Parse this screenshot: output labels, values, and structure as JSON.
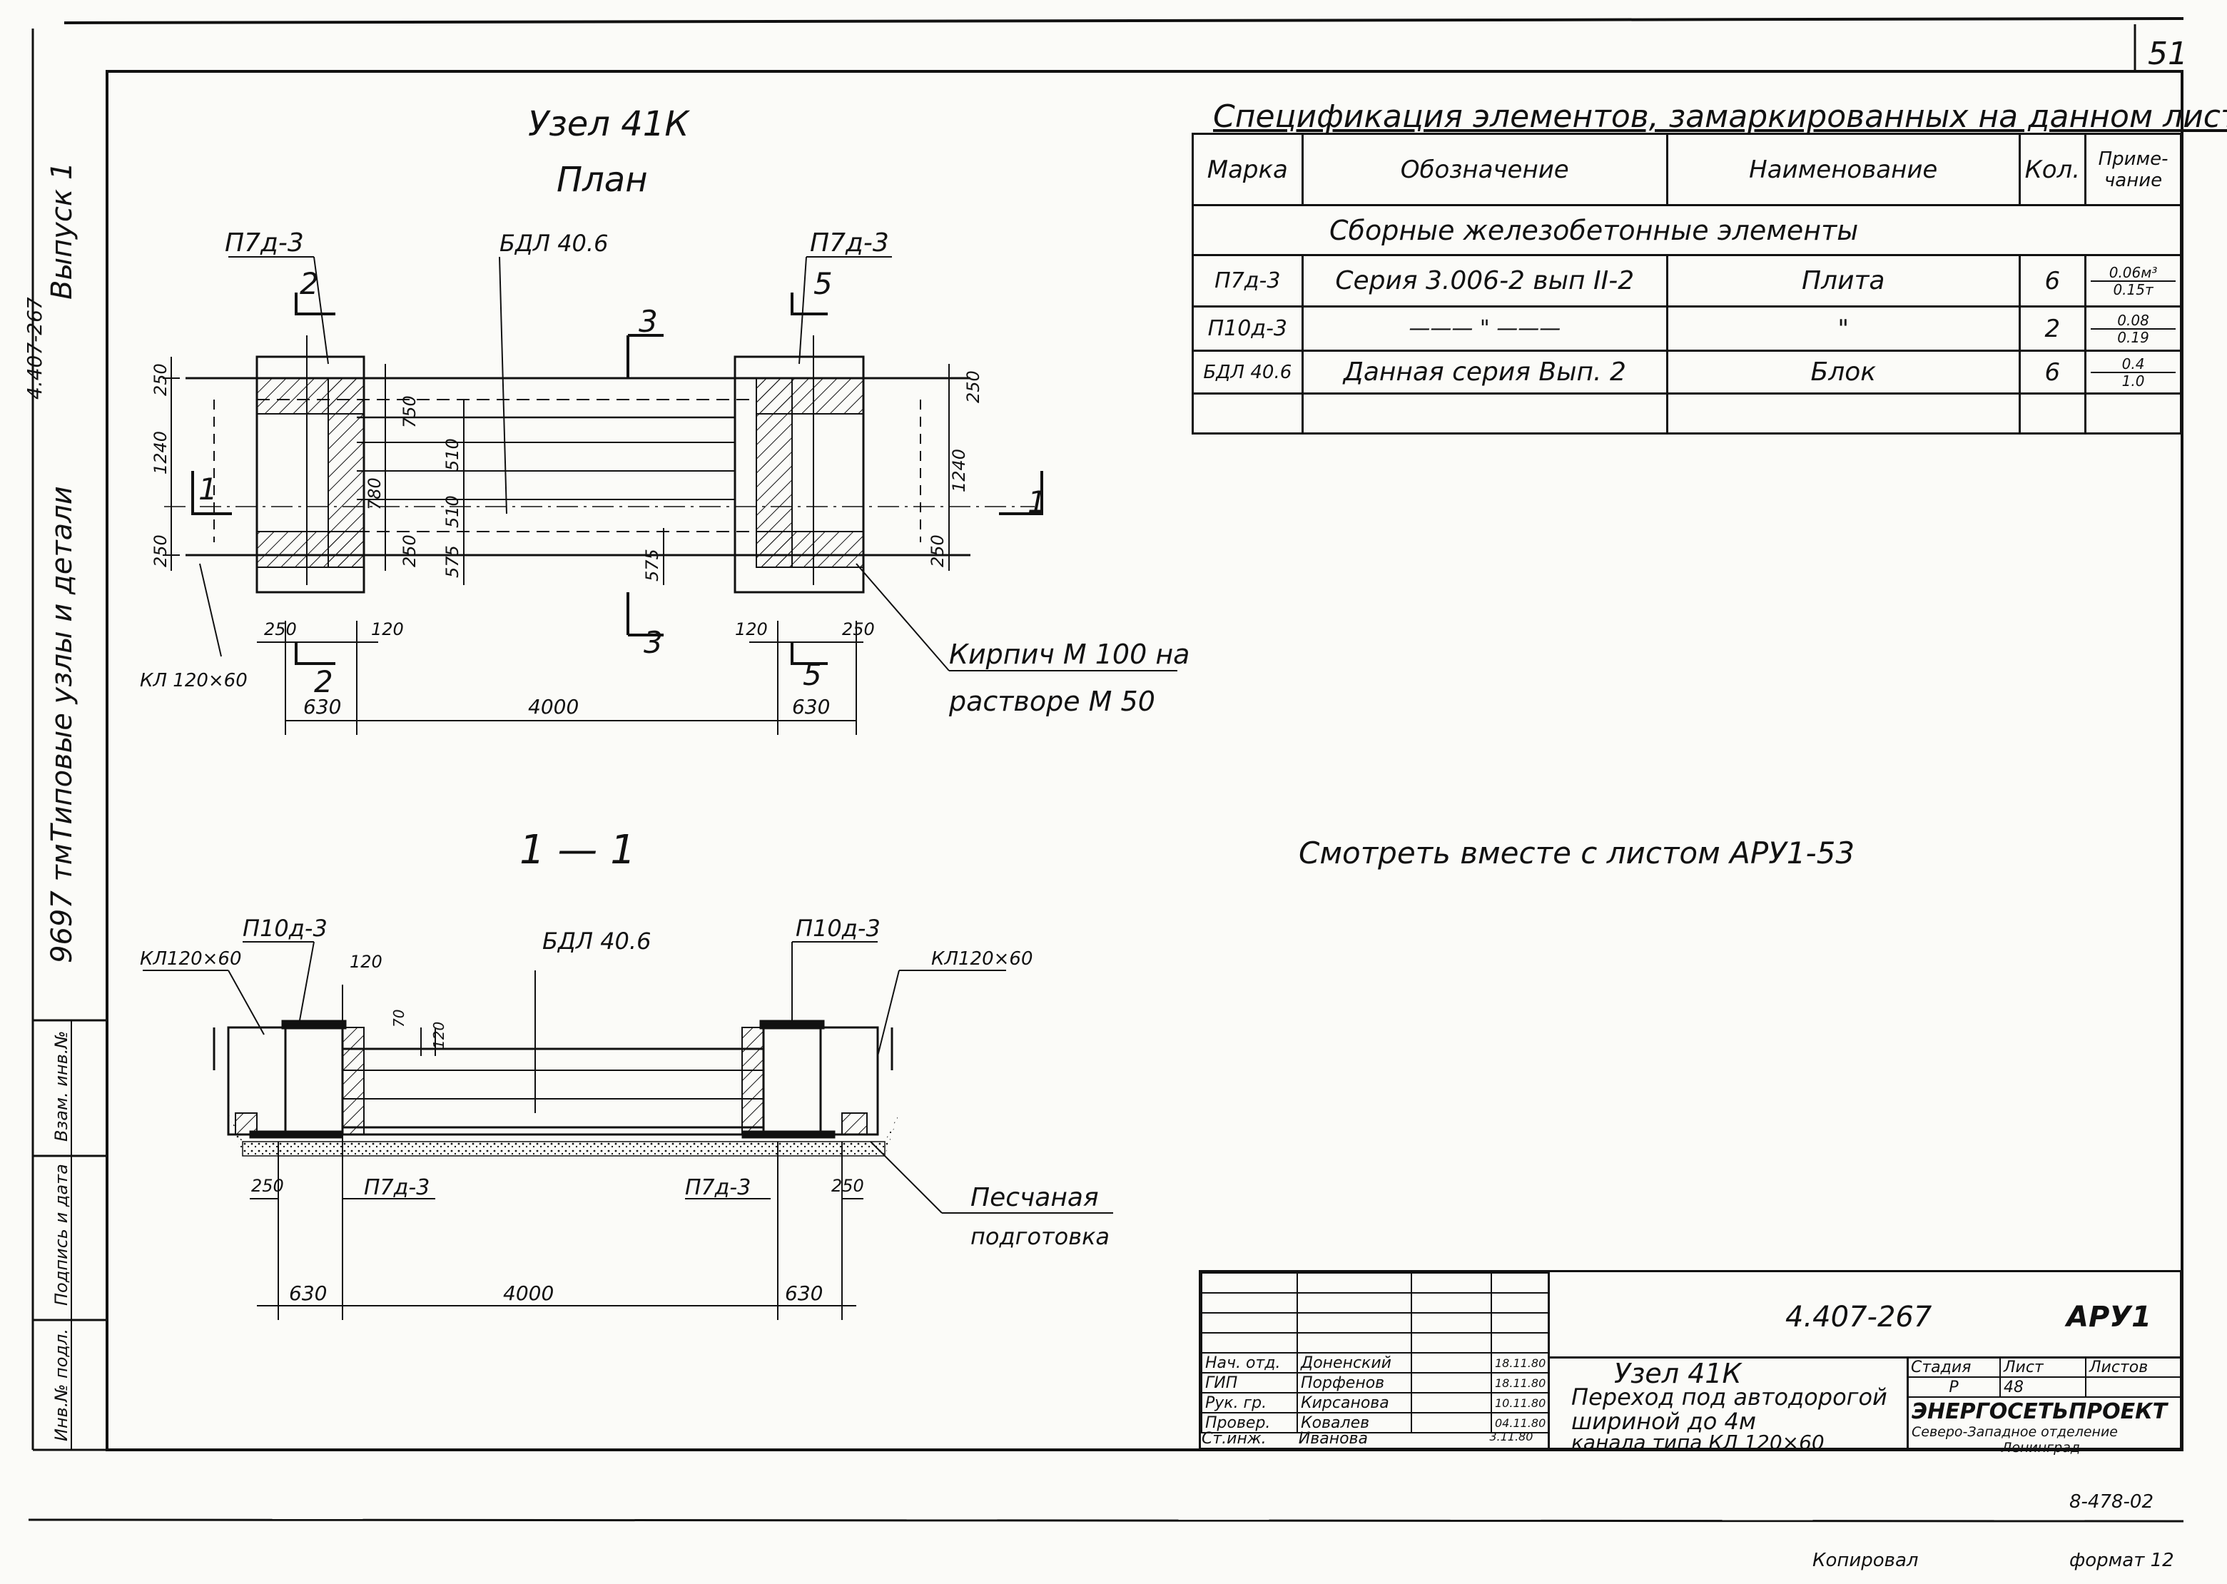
{
  "page_number": "51",
  "side_strip": {
    "series": "9697 тм",
    "subtitle": "Типовые узлы и детали",
    "issue": "Выпуск 1",
    "code": "4.407-267",
    "fields": [
      "Взам. инв.№",
      "Подпись и дата",
      "Инв.№ подл."
    ]
  },
  "plan": {
    "title": "Узел 41К",
    "subtitle": "План",
    "labels": {
      "p7d3_left": "П7д-3",
      "p7d3_right": "П7д-3",
      "bdl": "БДЛ 40.6",
      "kl": "КЛ 120×60",
      "brick_note_1": "Кирпич М 100 на",
      "brick_note_2": "растворе М 50"
    },
    "cuts": [
      "1",
      "1",
      "2",
      "2",
      "3",
      "3",
      "5",
      "5"
    ],
    "dims": {
      "d250a": "250",
      "d1240a": "1240",
      "d250b": "250",
      "d750": "750",
      "d780": "780",
      "d250c": "250",
      "d510": "510",
      "d510b": "510",
      "d575": "575",
      "d575b": "575",
      "d250r": "250",
      "d1240r": "1240",
      "d250r2": "250",
      "d250h": "250",
      "d120h": "120",
      "d120h2": "120",
      "d250h2": "250",
      "d630": "630",
      "d4000": "4000",
      "d630b": "630"
    }
  },
  "section": {
    "title": "1 — 1",
    "labels": {
      "p10d3_left": "П10д-3",
      "p10d3_right": "П10д-3",
      "bdl": "БДЛ 40.6",
      "kl_left": "КЛ120×60",
      "kl_right": "КЛ120×60",
      "p7d3_left": "П7д-3",
      "p7d3_right": "П7д-3",
      "sand_1": "Песчаная",
      "sand_2": "подготовка"
    },
    "dims": {
      "d120": "120",
      "d70": "70",
      "d120v": "120",
      "d250": "250",
      "d250b": "250",
      "d630": "630",
      "d4000": "4000",
      "d630b": "630"
    }
  },
  "spec": {
    "title": "Спецификация элементов, замаркированных на данном листе",
    "headers": [
      "Марка",
      "Обозначение",
      "Наименование",
      "Кол.",
      "Приме-чание"
    ],
    "group": "Сборные железобетонные элементы",
    "rows": [
      {
        "mark": "П7д-3",
        "designation": "Серия 3.006-2 вып II-2",
        "name": "Плита",
        "qty": "6",
        "note_top": "0.06м³",
        "note_bottom": "0.15т"
      },
      {
        "mark": "П10д-3",
        "designation": "——— \" ———",
        "name": "\"",
        "qty": "2",
        "note_top": "0.08",
        "note_bottom": "0.19"
      },
      {
        "mark": "БДЛ 40.6",
        "designation": "Данная серия Вып. 2",
        "name": "Блок",
        "qty": "6",
        "note_top": "0.4",
        "note_bottom": "1.0"
      }
    ]
  },
  "note": "Смотреть вместе с листом АРУ1-53",
  "stamp": {
    "doc_code": "4.407-267",
    "doc_section": "АРУ1",
    "people": [
      {
        "role": "Нач. отд.",
        "name": "Доненский",
        "date": "18.11.80"
      },
      {
        "role": "ГИП",
        "name": "Порфенов",
        "date": "18.11.80"
      },
      {
        "role": "Рук. гр.",
        "name": "Кирсанова",
        "date": "10.11.80"
      },
      {
        "role": "Провер.",
        "name": "Ковалев",
        "date": "04.11.80"
      },
      {
        "role": "Ст.инж.",
        "name": "Иванова",
        "date": "3.11.80"
      }
    ],
    "title_lines": [
      "Узел 41К",
      "Переход под автодорогой",
      "шириной до 4м",
      "канала типа КЛ 120×60"
    ],
    "stage_label": "Стадия",
    "sheet_label": "Лист",
    "sheets_label": "Листов",
    "stage": "Р",
    "sheet": "48",
    "org_name": "ЭНЕРГОСЕТЬПРОЕКТ",
    "org_sub_1": "Северо-Западное отделение",
    "org_sub_2": "Ленинград"
  },
  "footer": {
    "archive": "8-478-02",
    "copied": "Копировал",
    "format": "формат 12"
  }
}
